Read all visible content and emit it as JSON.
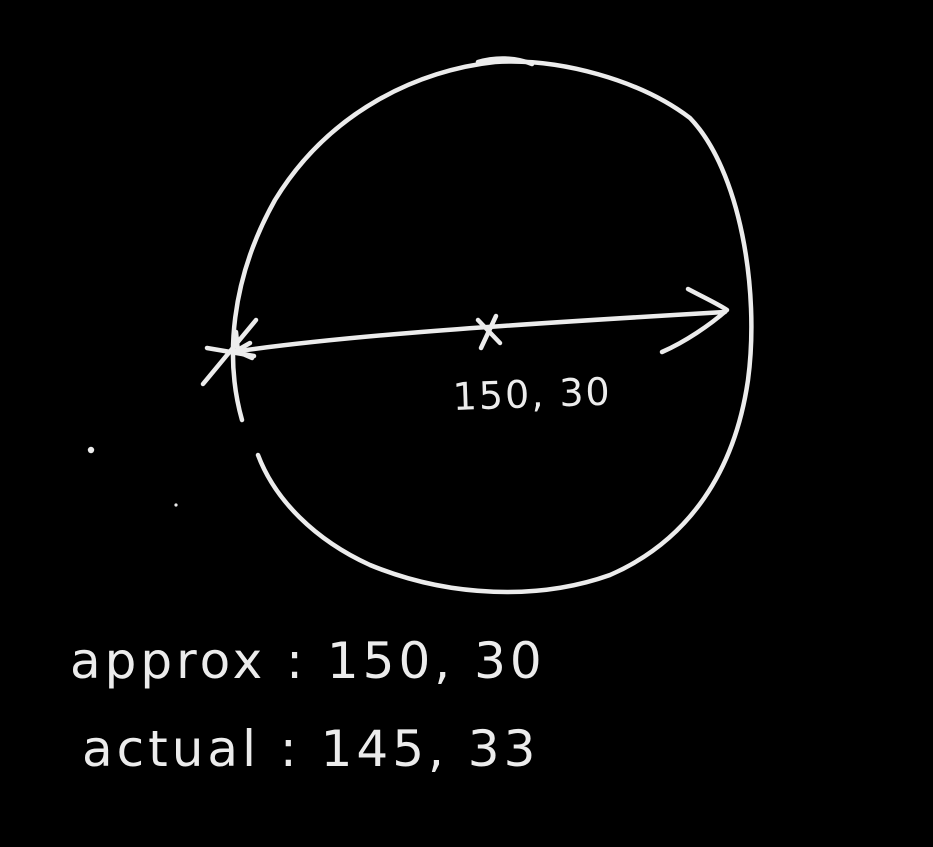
{
  "diagram": {
    "center_label": "150, 30",
    "notes": {
      "approx": "approx : 150, 30",
      "actual": "actual : 145, 33"
    },
    "ink_color": "#ececec",
    "background_color": "#000000"
  }
}
